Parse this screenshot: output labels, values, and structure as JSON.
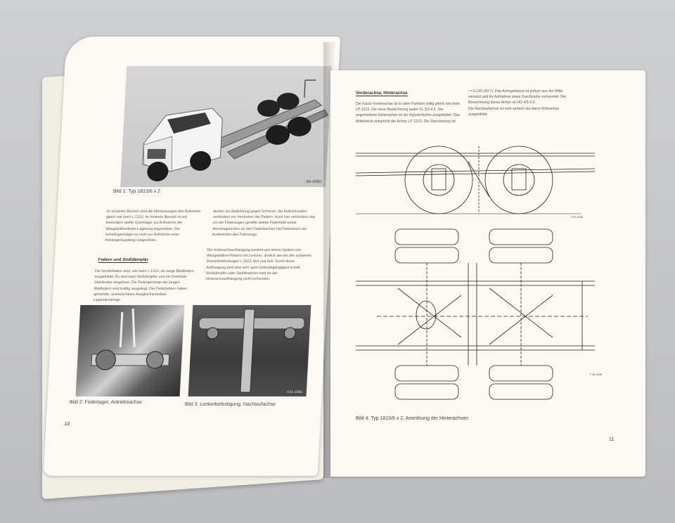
{
  "left_page": {
    "figure1": {
      "photo_code": "60-4050",
      "caption": "Bild 1: Typ 1813/6 x 2"
    },
    "intro_text": "Im vorderen Bereich sind die Abmessungen des Rahmens gleich wie beim L 1313. Im hinteren Bereich ist ein besonders steifer Querträger zur Aufnahme der Waagebalkenfeder-Lagerung angeordnet. Der Schlußquerträger ist nicht zur Aufnahme einer Anhängerkupplung vorgesehen.",
    "section_heading": "Federn und Stoßdämpfer",
    "section_text": "Die Vorderfedern sind, wie beim L 1313, als lange Blattfedern ausgebildet. Es sind zwei Stoßdämpfer und ein Drehstab-Stabilisator eingebaut. Die Federgehänge der langen Blattfedern sind kräftig ausgelegt. Die Federbolzen haben gehärtete, austauschbare Ausgleichscheiben. Lippendichtringe",
    "col2_text_a": "dienen zur Abdichtung gegen Schmutz, die Keilschrauben verhindern ein Verdrehen der Federn. Auch hier verhindern das um die Federaugen gerollte zweite Federblatt sowie Anschlaglaschen an den Federlaschen bei Federbruch ein Ausbrechen des Fahrzeugs.",
    "col2_text_b": "Die Hinterachsaufhängung besteht aus einem System von Waagebalken-Federn mit Lenkern, ähnlich wie bei den schweren Dreiachsfahrzeugen L 2623, 6x4 und 6x6. Durch diese Aufhängung wird eine sehr gute Geländegängigkeit erzielt. Stoßdämpfer oder Stabilisatoren sind an der Hinterachsaufhängung nicht vorhanden.",
    "figure2": {
      "caption": "Bild 2: Federlager, Antriebsachse"
    },
    "figure3": {
      "photo_code": "K31-2066",
      "caption": "Bild 3: Lenkerbefestigung, Nachlaufachse"
    },
    "page_number": "10"
  },
  "right_page": {
    "section_heading": "Vorderachse, Hinterachse",
    "col1_text": "Die Faust-Vorderachse ist in allen Punkten völlig gleich wie beim LP 1313. Die neue Bezeichnung lautet VL 3/3-4,5. Die angetriebene Hinterachse ist als Hypoid-Achse ausgebildet. Das Mittelstück entspricht der Achse LP 1313. Die Übersetzung ist",
    "col2_text": "i = 6,143 (43:7). Das Achsgehäuse ist jedoch aus der Mitte versetzt und für Aufnahme eines Durchtriebs vorbereitet. Die Bezeichnung dieser Achse ist HO 4/5-6,5.\nDie Nachlaufachse ist sehr einfach als starre Rohrachse ausgebildet.",
    "drawing_code_top": "275-1035",
    "drawing_code_bottom": "T 35-1035",
    "figure4": {
      "caption": "Bild 4: Typ 1813/6 x 2, Anordnung der Hinterachsen"
    },
    "page_number": "11"
  },
  "colors": {
    "paper": "#fbf9f2",
    "background": "#c6c7c8",
    "ink": "#333333"
  }
}
